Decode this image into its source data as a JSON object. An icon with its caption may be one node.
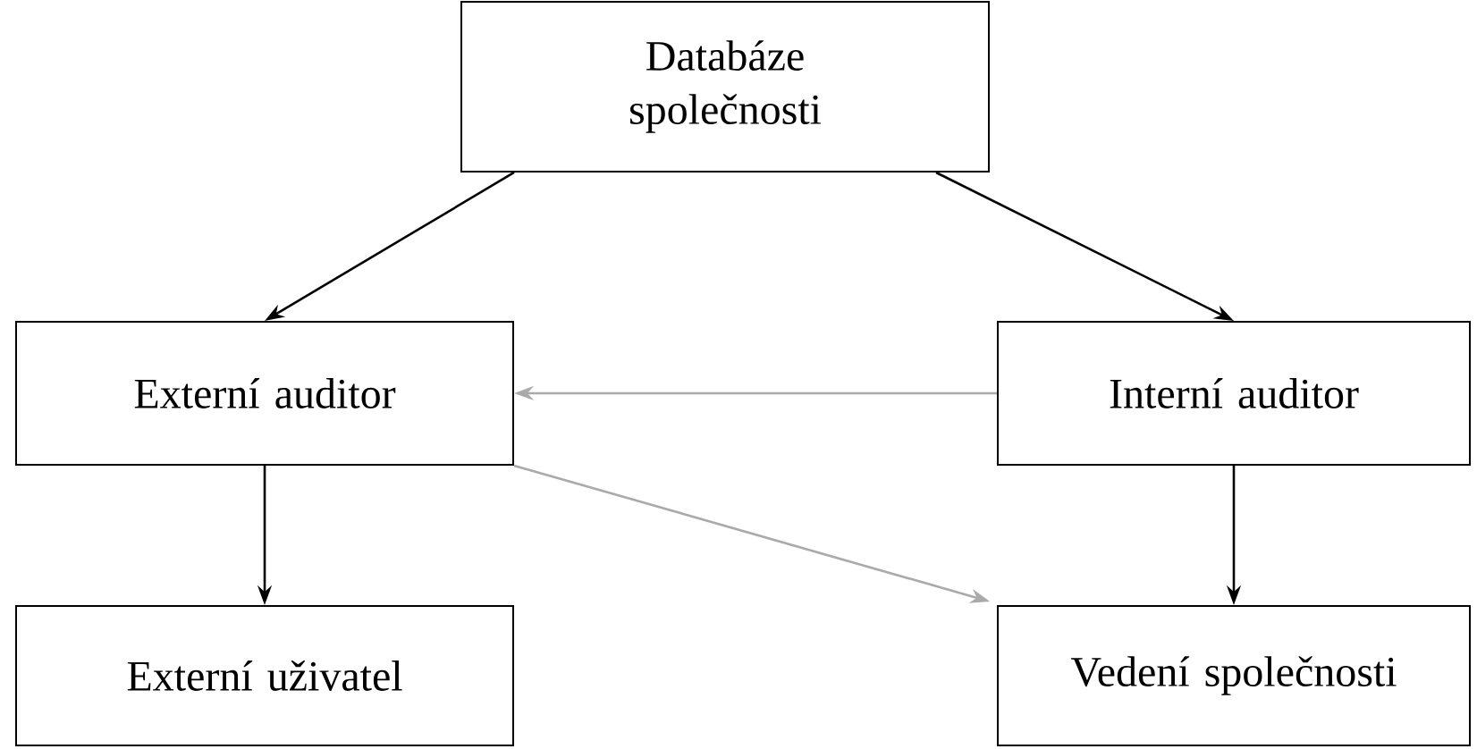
{
  "diagram": {
    "nodes": [
      {
        "text": [
          "Databáze společnosti"
        ]
      },
      {
        "text": [
          "Externí auditor"
        ]
      },
      {
        "text": [
          "Interní auditor"
        ]
      },
      {
        "text": [
          "Externí uživatel"
        ]
      },
      {
        "text": [
          "Vedení společnosti"
        ]
      }
    ],
    "edges": [
      {
        "from": 0,
        "to": 1,
        "arrow": "to"
      },
      {
        "from": 0,
        "to": 2,
        "arrow": "to"
      },
      {
        "from": 2,
        "to": 1,
        "arrow": "to",
        "color": "#aaaaaa"
      },
      {
        "from": 1,
        "to": 4,
        "arrow": "to",
        "color": "#aaaaaa"
      },
      {
        "from": 1,
        "to": 3,
        "arrow": "to"
      },
      {
        "from": 2,
        "to": 4,
        "arrow": "to"
      }
    ]
  }
}
